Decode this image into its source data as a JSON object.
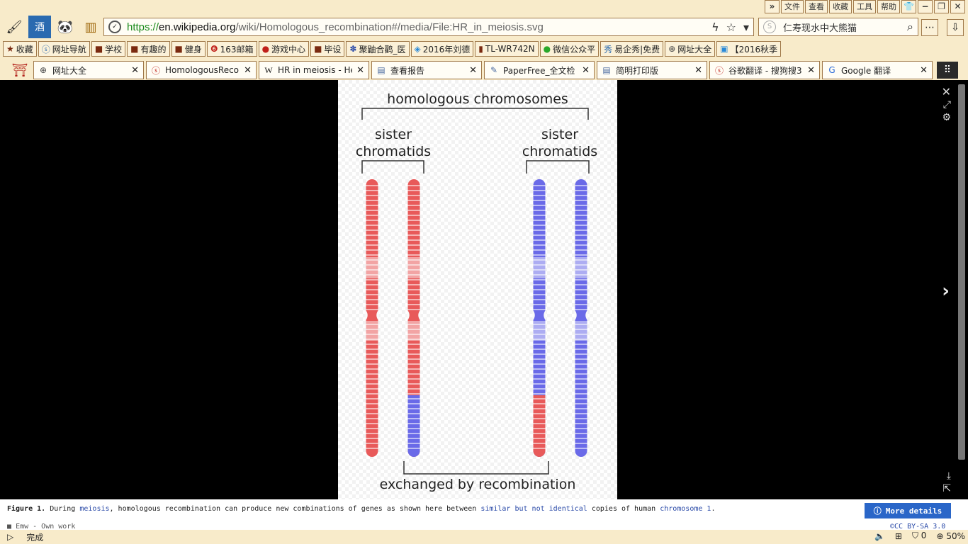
{
  "window_menu": {
    "items": [
      "文件",
      "查看",
      "收藏",
      "工具",
      "帮助"
    ]
  },
  "address_bar": {
    "url_protocol": "https://",
    "url_host": "en.wikipedia.org",
    "url_path": "/wiki/Homologous_recombination#/media/File:HR_in_meiosis.svg"
  },
  "search": {
    "text": "仁寿现水中大熊猫"
  },
  "bookmarks": [
    {
      "label": "收藏",
      "icon": "star-icon"
    },
    {
      "label": "网址导航",
      "icon": "sogou-icon"
    },
    {
      "label": "学校",
      "icon": "folder-icon"
    },
    {
      "label": "有趣的",
      "icon": "folder-icon"
    },
    {
      "label": "健身",
      "icon": "folder-icon"
    },
    {
      "label": "163邮箱",
      "icon": "mail-icon"
    },
    {
      "label": "游戏中心",
      "icon": "game-icon"
    },
    {
      "label": "毕设",
      "icon": "folder-icon"
    },
    {
      "label": "聚鼬合鹳_医",
      "icon": "paw-icon"
    },
    {
      "label": "2016年刘德",
      "icon": "shield-icon"
    },
    {
      "label": "TL-WR742N",
      "icon": "router-icon"
    },
    {
      "label": "微信公众平",
      "icon": "wechat-icon"
    },
    {
      "label": "易企秀|免费",
      "icon": "show-icon"
    },
    {
      "label": "网址大全",
      "icon": "globe-icon"
    },
    {
      "label": "【2016秋季",
      "icon": "image-icon"
    }
  ],
  "tabs": [
    {
      "label": "网址大全",
      "icon": "globe-icon"
    },
    {
      "label": "HomologousReco",
      "icon": "sogou-icon"
    },
    {
      "label": "HR in meiosis - He",
      "icon": "wikipedia-icon"
    },
    {
      "label": "查看报告",
      "icon": "report-icon"
    },
    {
      "label": "PaperFree_全文检",
      "icon": "pen-icon"
    },
    {
      "label": "简明打印版",
      "icon": "report-icon"
    },
    {
      "label": "谷歌翻译 - 搜狗搜3",
      "icon": "sogou-icon"
    },
    {
      "label": "Google 翻译",
      "icon": "google-icon"
    }
  ],
  "figure": {
    "top_label": "homologous chromosomes",
    "left_label_1": "sister",
    "left_label_2": "chromatids",
    "right_label_1": "sister",
    "right_label_2": "chromatids",
    "bottom_label": "exchanged by recombination",
    "red_color": "#e85a5a",
    "blue_color": "#6a6ae8"
  },
  "caption": {
    "figure_label": "Figure 1.",
    "text_1": " During ",
    "link_meiosis": "meiosis",
    "text_2": ", homologous recombination can produce new combinations of genes as shown here between ",
    "link_similar": "similar but not identical",
    "text_3": " copies of human ",
    "link_chromosome": "chromosome 1",
    "text_4": ".",
    "more_details": "More details",
    "author": "Emw - Own work",
    "license": "CC BY-SA 3.0"
  },
  "status": {
    "text": "完成",
    "count": "0",
    "zoom": "50%"
  }
}
